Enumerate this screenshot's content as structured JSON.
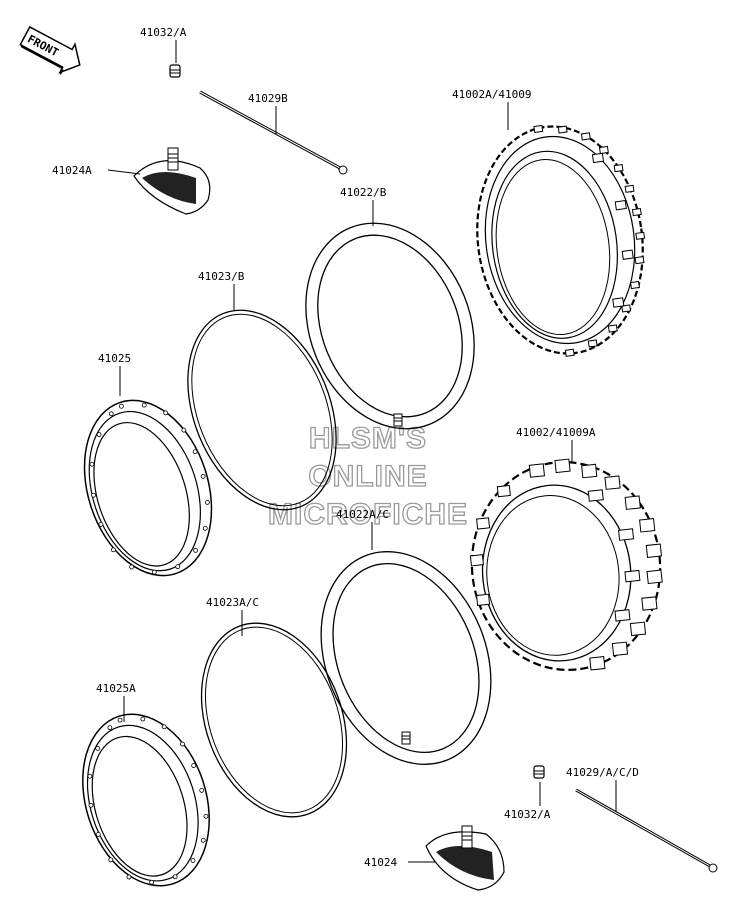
{
  "front_arrow": {
    "text": "FRONT"
  },
  "watermark": {
    "line1": "HLSM'S",
    "line2": "ONLINE",
    "line3": "MICROFICHE"
  },
  "labels": {
    "valve_cap_top": "41032/A",
    "spoke_top": "41029B",
    "rim_band_top": "41024A",
    "tire_rear": "41002A/41009",
    "tube_rear": "41022/B",
    "rim_strip_rear": "41023/B",
    "rim_rear": "41025",
    "tire_front": "41002/41009A",
    "tube_front": "41022A/C",
    "rim_strip_front": "41023A/C",
    "rim_front": "41025A",
    "spoke_bottom": "41029/A/C/D",
    "valve_cap_bottom": "41032/A",
    "rim_band_bottom": "41024"
  }
}
